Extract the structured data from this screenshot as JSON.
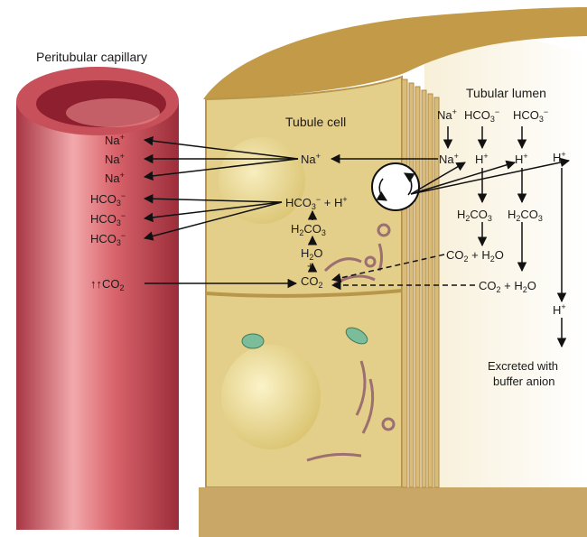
{
  "labels": {
    "capillary_title": "Peritubular capillary",
    "tubule_cell": "Tubule cell",
    "tubular_lumen": "Tubular lumen",
    "na": "Na",
    "hco3": "HCO",
    "h": "H",
    "co2": "CO",
    "h2co3": "H",
    "h2o": "H",
    "plus": "+",
    "excreted_line1": "Excreted with",
    "excreted_line2": "buffer anion",
    "up_arrows": "↑↑"
  },
  "colors": {
    "capillary": "#c8505a",
    "capillary_light": "#f0a6a8",
    "cell": "#e3cf8a",
    "cell_edge": "#b8964a",
    "lumen": "#c9a867",
    "arrow": "#111111"
  }
}
